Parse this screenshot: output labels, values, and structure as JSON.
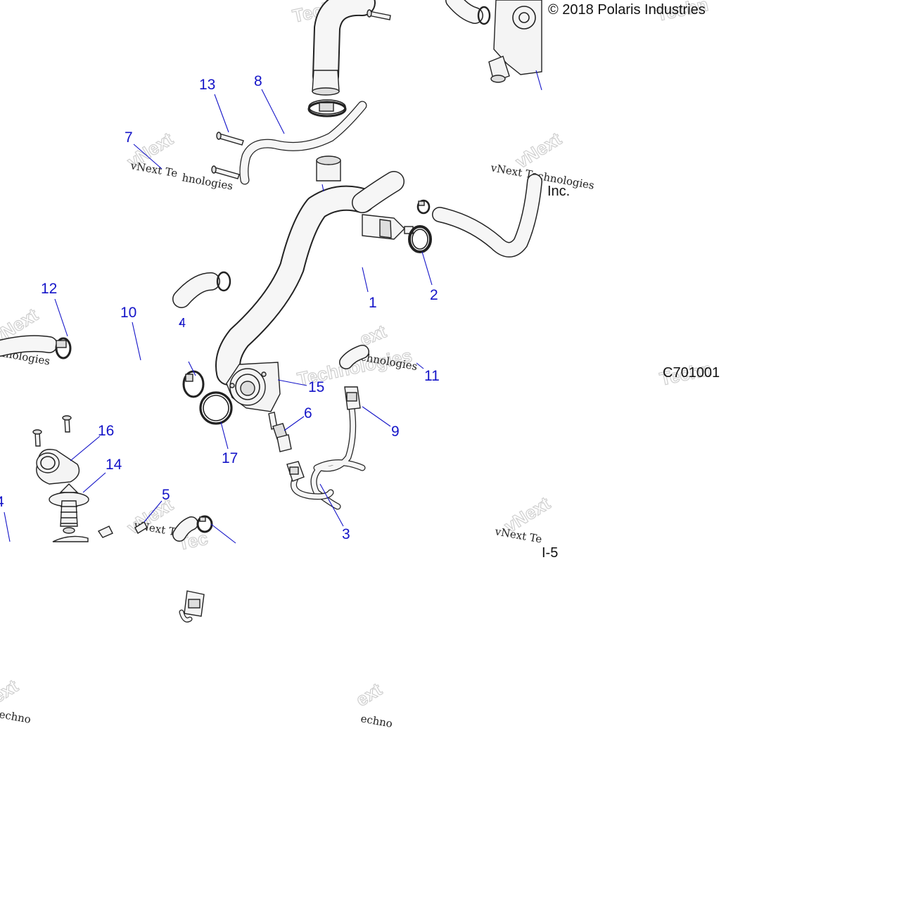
{
  "copyright": "© 2018 Polaris Industries",
  "copyright_continued": "Inc.",
  "diagram_code": "C701001",
  "page_marker": "I-5",
  "watermark": {
    "company": "vNext Technologies",
    "fragments": [
      "vNext",
      "Techn",
      "Technologies",
      "hnologies",
      "ext",
      "Tec",
      "Techno",
      "echno",
      "chnologies",
      "vNext Te"
    ]
  },
  "colors": {
    "callout": "#1414c8",
    "line_art": "#222222",
    "watermark": "#cfcfcf",
    "background": "#ffffff"
  },
  "callouts": [
    {
      "id": "c13",
      "label": "13"
    },
    {
      "id": "c8",
      "label": "8"
    },
    {
      "id": "c7",
      "label": "7"
    },
    {
      "id": "c12",
      "label": "12"
    },
    {
      "id": "c10",
      "label": "10"
    },
    {
      "id": "c1",
      "label": "1"
    },
    {
      "id": "c2",
      "label": "2"
    },
    {
      "id": "c11",
      "label": "11"
    },
    {
      "id": "c15",
      "label": "15"
    },
    {
      "id": "c6",
      "label": "6"
    },
    {
      "id": "c9",
      "label": "9"
    },
    {
      "id": "c16",
      "label": "16"
    },
    {
      "id": "c14",
      "label": "14"
    },
    {
      "id": "c17",
      "label": "17"
    },
    {
      "id": "c5",
      "label": "5"
    },
    {
      "id": "c3",
      "label": "3"
    },
    {
      "id": "c4",
      "label": "4"
    }
  ]
}
